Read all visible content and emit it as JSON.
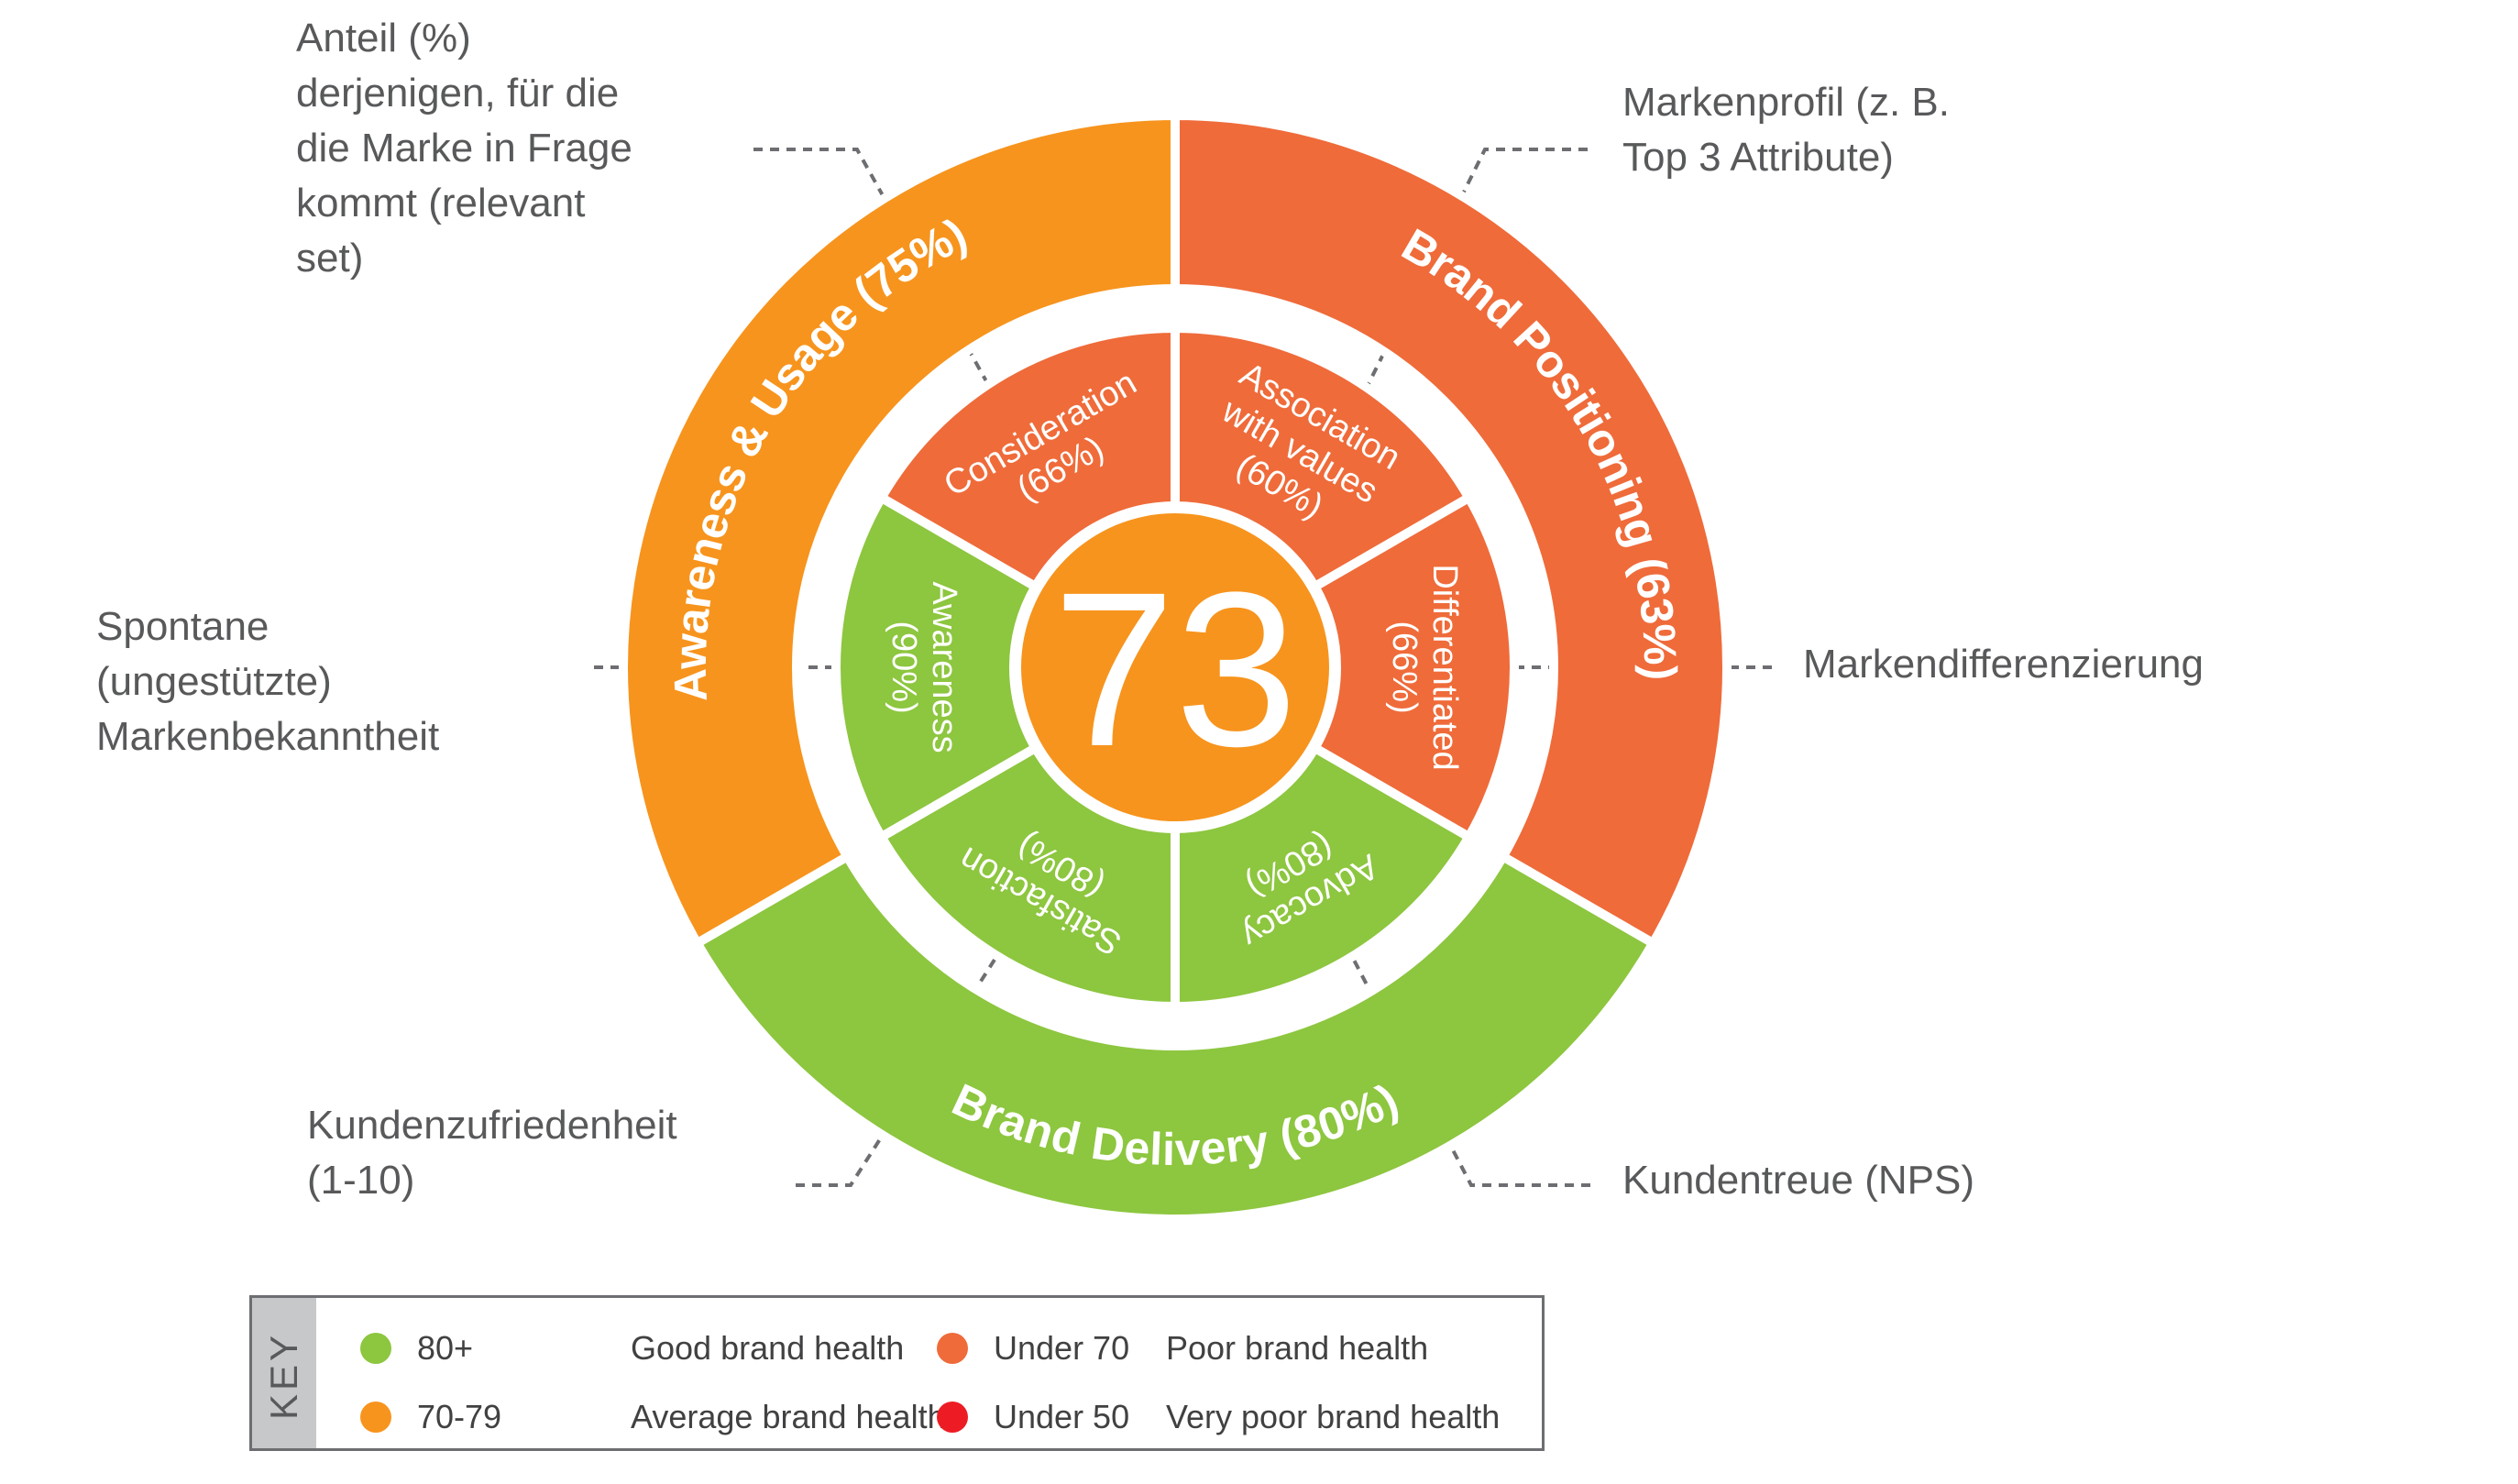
{
  "center": {
    "score": "73",
    "color": "#f7941d"
  },
  "colors": {
    "green": "#8dc63f",
    "orange": "#f7941d",
    "red_orange": "#ef6b3a",
    "red": "#ed1c24",
    "text_gray": "#58595b",
    "leader": "#6d6e71"
  },
  "outer_ring": [
    {
      "id": "awareness-usage",
      "label": "Awareness & Usage (75%)",
      "color": "#f7941d"
    },
    {
      "id": "brand-positioning",
      "label": "Brand Positioning (63%)",
      "color": "#ef6b3a"
    },
    {
      "id": "brand-delivery",
      "label": "Brand Delivery (80%)",
      "color": "#8dc63f"
    }
  ],
  "inner_ring": [
    {
      "id": "consideration",
      "lines": [
        "Consideration",
        "(66%)"
      ],
      "color": "#ef6b3a"
    },
    {
      "id": "association",
      "lines": [
        "Association",
        "with values",
        "(60%)"
      ],
      "color": "#ef6b3a"
    },
    {
      "id": "differentiated",
      "lines": [
        "Differentiated",
        "(66%)"
      ],
      "color": "#ef6b3a"
    },
    {
      "id": "advocacy",
      "lines": [
        "Advocacy",
        "(80%)"
      ],
      "color": "#8dc63f"
    },
    {
      "id": "satisfaction",
      "lines": [
        "Satisfaction",
        "(80%)"
      ],
      "color": "#8dc63f"
    },
    {
      "id": "awareness",
      "lines": [
        "Awareness",
        "(90%)"
      ],
      "color": "#8dc63f"
    }
  ],
  "callouts": {
    "consideration": [
      "Anteil (%)",
      "derjenigen, für die",
      "die Marke in Frage",
      "kommt (relevant",
      "set)"
    ],
    "association": [
      "Markenprofil (z. B.",
      "Top 3 Attribute)"
    ],
    "awareness": [
      "Spontane",
      "(ungestützte)",
      "Markenbekanntheit"
    ],
    "differentiated": [
      "Markendifferenzierung"
    ],
    "satisfaction": [
      "Kundenzufriedenheit",
      "(1-10)"
    ],
    "advocacy": [
      "Kundentreue (NPS)"
    ]
  },
  "key": {
    "title": "KEY",
    "items": [
      {
        "code": "80+",
        "label": "Good brand health",
        "color": "#8dc63f"
      },
      {
        "code": "70-79",
        "label": "Average brand health",
        "color": "#f7941d"
      },
      {
        "code": "Under 70",
        "label": "Poor brand health",
        "color": "#ef6b3a"
      },
      {
        "code": "Under 50",
        "label": "Very poor brand health",
        "color": "#ed1c24"
      }
    ]
  }
}
